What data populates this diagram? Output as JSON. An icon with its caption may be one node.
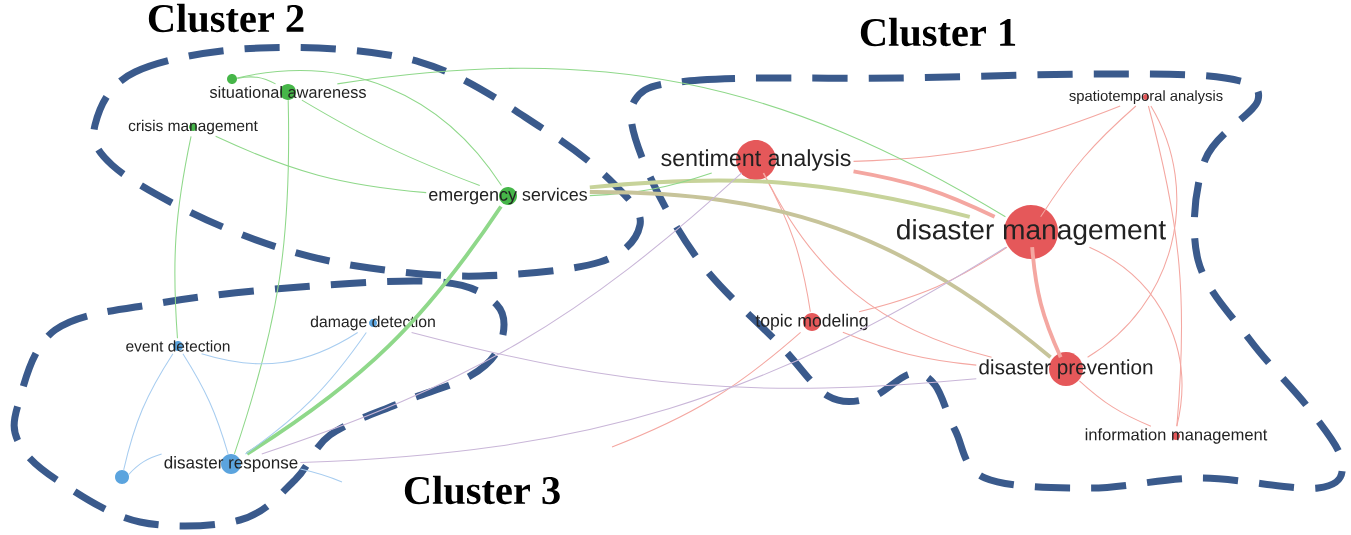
{
  "diagram": {
    "nodes": [
      {
        "text": [
          "Cluster 2"
        ]
      },
      {
        "text": [],
        "shape": "circle",
        "in": 0
      },
      {
        "text": [
          "situational awareness"
        ],
        "in": 0
      },
      {
        "text": [
          "crisis management"
        ],
        "in": 0
      },
      {
        "text": [
          "emergency services"
        ],
        "in": 0
      },
      {
        "text": [
          "Cluster 1"
        ]
      },
      {
        "text": [
          "sentiment analysis"
        ],
        "in": 5
      },
      {
        "text": [
          "spatiotemporal analysis"
        ],
        "in": 5
      },
      {
        "text": [
          "disaster management"
        ],
        "in": 5
      },
      {
        "text": [
          "topic modeling"
        ],
        "in": 5
      },
      {
        "text": [
          "disaster prevention"
        ],
        "in": 5
      },
      {
        "text": [
          "information management"
        ],
        "in": 5
      },
      {
        "text": [
          "Cluster 3"
        ]
      },
      {
        "text": [
          "event detection"
        ],
        "in": 12
      },
      {
        "text": [
          "damage detection"
        ],
        "in": 12
      },
      {
        "text": [],
        "shape": "circle",
        "in": 12
      },
      {
        "text": [
          "disaster response"
        ],
        "in": 12
      }
    ],
    "edges": [
      {
        "from": 8,
        "to": 6,
        "arrow": "none",
        "style": "thick"
      },
      {
        "from": 8,
        "to": 7,
        "arrow": "none"
      },
      {
        "from": 8,
        "to": 10,
        "arrow": "none",
        "style": "thick"
      },
      {
        "from": 8,
        "to": 9,
        "arrow": "none"
      },
      {
        "from": 8,
        "to": 11,
        "arrow": "none"
      },
      {
        "from": 6,
        "to": 10,
        "arrow": "none"
      },
      {
        "from": 6,
        "to": 9,
        "arrow": "none"
      },
      {
        "from": 10,
        "to": 11,
        "arrow": "none"
      },
      {
        "from": 7,
        "to": 10,
        "arrow": "none"
      },
      {
        "from": 7,
        "to": 11,
        "arrow": "none"
      },
      {
        "from": 6,
        "to": 7,
        "arrow": "none"
      },
      {
        "from": 9,
        "to": 10,
        "arrow": "none"
      },
      {
        "from": 9,
        "to": null,
        "arrow": "none"
      },
      {
        "from": 1,
        "to": 2,
        "arrow": "none",
        "color": "#8fd88a"
      },
      {
        "from": 2,
        "to": 4,
        "arrow": "none",
        "color": "#8fd88a"
      },
      {
        "from": 3,
        "to": 4,
        "arrow": "none",
        "color": "#8fd88a"
      },
      {
        "from": 1,
        "to": 4,
        "arrow": "none",
        "color": "#8fd88a"
      },
      {
        "from": 4,
        "to": 8,
        "arrow": "none",
        "color": "#c7d39a",
        "style": "thick"
      },
      {
        "from": 4,
        "to": 6,
        "arrow": "none",
        "color": "#8fd88a"
      },
      {
        "from": 4,
        "to": 10,
        "arrow": "none",
        "color": "#c7c49a",
        "style": "thick"
      },
      {
        "from": 2,
        "to": 8,
        "arrow": "none",
        "color": "#8fd88a"
      },
      {
        "from": 4,
        "to": 16,
        "arrow": "none",
        "color": "#8fd88a",
        "style": "thick"
      },
      {
        "from": 2,
        "to": 16,
        "arrow": "none",
        "color": "#8fd88a"
      },
      {
        "from": 3,
        "to": 13,
        "arrow": "none",
        "color": "#8fd88a"
      },
      {
        "from": 13,
        "to": 16,
        "arrow": "none",
        "color": "#a8cdf0"
      },
      {
        "from": 13,
        "to": 15,
        "arrow": "none",
        "color": "#a8cdf0"
      },
      {
        "from": 15,
        "to": 16,
        "arrow": "none",
        "color": "#a8cdf0"
      },
      {
        "from": 14,
        "to": 16,
        "arrow": "none",
        "color": "#a8cdf0"
      },
      {
        "from": 13,
        "to": 14,
        "arrow": "none",
        "color": "#a8cdf0"
      },
      {
        "from": 16,
        "to": 8,
        "arrow": "none",
        "color": "#c9b6d8"
      },
      {
        "from": 14,
        "to": 10,
        "arrow": "none",
        "color": "#c9b6d8"
      },
      {
        "from": 16,
        "to": 6,
        "arrow": "none",
        "color": "#c9b6d8"
      },
      {
        "from": 16,
        "to": null,
        "arrow": "none",
        "color": "#a8cdf0"
      }
    ]
  }
}
